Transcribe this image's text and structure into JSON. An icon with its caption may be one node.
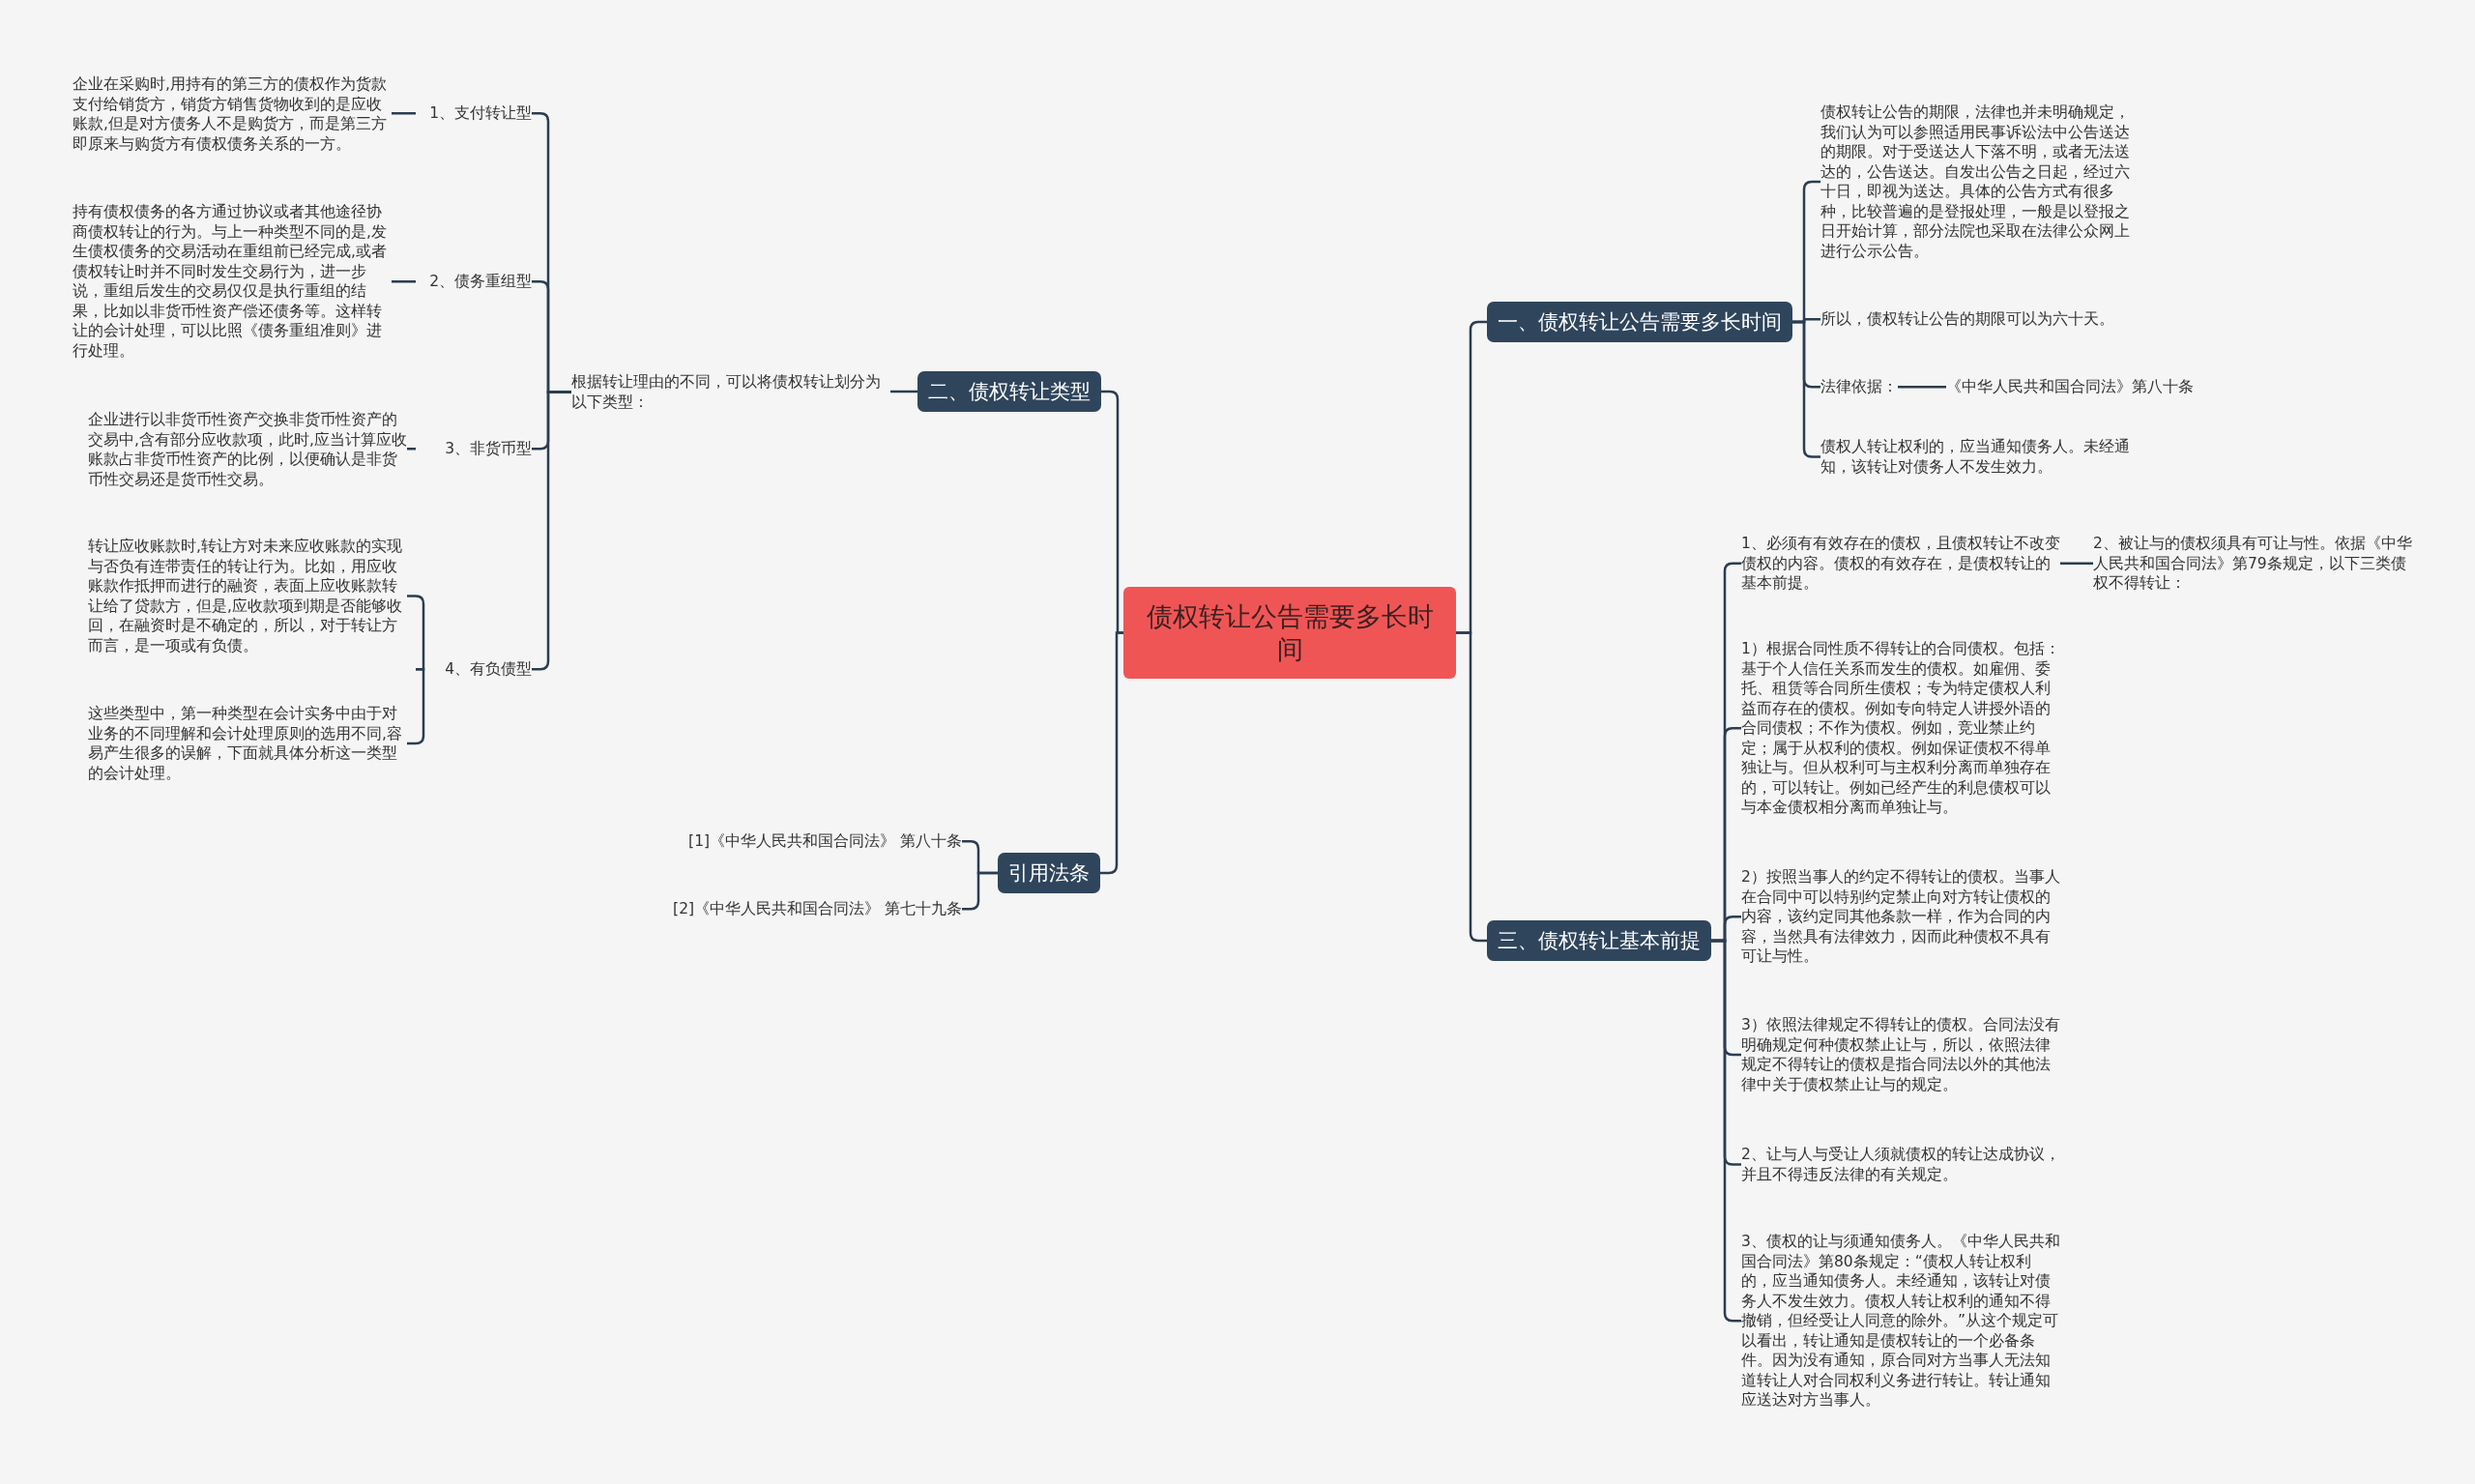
{
  "diagram": {
    "nodes": [
      {
        "text": [
          "债权转让公告需要多长时间"
        ]
      },
      {
        "text": [
          "二、债权转让类型"
        ]
      },
      {
        "text": [
          "根据转让理由的不同，可以将债权转让划分为以下类型："
        ]
      },
      {
        "text": [
          "1、支付转让型"
        ]
      },
      {
        "text": [
          "企业在采购时,用持有的第三方的债权作为货款支付给销货方，销货方销售货物收到的是应收账款,但是对方债务人不是购货方，而是第三方即原来与购货方有债权债务关系的一方。"
        ]
      },
      {
        "text": [
          "2、债务重组型"
        ]
      },
      {
        "text": [
          "持有债权债务的各方通过协议或者其他途径协商债权转让的行为。与上一种类型不同的是,发生债权债务的交易活动在重组前已经完成,或者债权转让时并不同时发生交易行为，进一步说，重组后发生的交易仅仅是执行重组的结果，比如以非货币性资产偿还债务等。这样转让的会计处理，可以比照《债务重组准则》进行处理。"
        ]
      },
      {
        "text": [
          "3、非货币型"
        ]
      },
      {
        "text": [
          "企业进行以非货币性资产交换非货币性资产的交易中,含有部分应收款项，此时,应当计算应收账款占非货币性资产的比例，以便确认是非货币性交易还是货币性交易。"
        ]
      },
      {
        "text": [
          "4、有负债型"
        ]
      },
      {
        "text": [
          "转让应收账款时,转让方对未来应收账款的实现与否负有连带责任的转让行为。比如，用应收账款作抵押而进行的融资，表面上应收账款转让给了贷款方，但是,应收款项到期是否能够收回，在融资时是不确定的，所以，对于转让方而言，是一项或有负债。"
        ]
      },
      {
        "text": [
          "这些类型中，第一种类型在会计实务中由于对业务的不同理解和会计处理原则的选用不同,容易产生很多的误解，下面就具体分析这一类型的会计处理。"
        ]
      },
      {
        "text": [
          "引用法条"
        ]
      },
      {
        "text": [
          "[1]《中华人民共和国合同法》 第八十条"
        ]
      },
      {
        "text": [
          "[2]《中华人民共和国合同法》 第七十九条"
        ]
      },
      {
        "text": [
          "一、债权转让公告需要多长时间"
        ]
      },
      {
        "text": [
          "债权转让公告的期限，法律也并未明确规定，我们认为可以参照适用民事诉讼法中公告送达的期限。对于受送达人下落不明，或者无法送达的，公告送达。自发出公告之日起，经过六十日，即视为送达。具体的公告方式有很多种，比较普遍的是登报处理，一般是以登报之日开始计算，部分法院也采取在法律公众网上进行公示公告。"
        ]
      },
      {
        "text": [
          "所以，债权转让公告的期限可以为六十天。"
        ]
      },
      {
        "text": [
          "法律依据："
        ]
      },
      {
        "text": [
          "《中华人民共和国合同法》第八十条"
        ]
      },
      {
        "text": [
          "债权人转让权利的，应当通知债务人。未经通知，该转让对债务人不发生效力。"
        ]
      },
      {
        "text": [
          "三、债权转让基本前提"
        ]
      },
      {
        "text": [
          "1、必须有有效存在的债权，且债权转让不改变债权的内容。债权的有效存在，是债权转让的基本前提。"
        ]
      },
      {
        "text": [
          "2、被让与的债权须具有可让与性。依据《中华人民共和国合同法》第79条规定，以下三类债权不得转让："
        ]
      },
      {
        "text": [
          "1）根据合同性质不得转让的合同债权。包括：基于个人信任关系而发生的债权。如雇佣、委托、租赁等合同所生债权；专为特定债权人利益而存在的债权。例如专向特定人讲授外语的合同债权；不作为债权。例如，竞业禁止约定；属于从权利的债权。例如保证债权不得单独让与。但从权利可与主权利分离而单独存在的，可以转让。例如已经产生的利息债权可以与本金债权相分离而单独让与。"
        ]
      },
      {
        "text": [
          "2）按照当事人的约定不得转让的债权。当事人在合同中可以特别约定禁止向对方转让债权的内容，该约定同其他条款一样，作为合同的内容，当然具有法律效力，因而此种债权不具有可让与性。"
        ]
      },
      {
        "text": [
          "3）依照法律规定不得转让的债权。合同法没有明确规定何种债权禁止让与，所以，依照法律规定不得转让的债权是指合同法以外的其他法律中关于债权禁止让与的规定。"
        ]
      },
      {
        "text": [
          "2、让与人与受让人须就债权的转让达成协议，并且不得违反法律的有关规定。"
        ]
      },
      {
        "text": [
          "3、债权的让与须通知债务人。《中华人民共和国合同法》第80条规定：“债权人转让权利的，应当通知债务人。未经通知，该转让对债务人不发生效力。债权人转让权利的通知不得撤销，但经受让人同意的除外。”从这个规定可以看出，转让通知是债权转让的一个必备条件。因为没有通知，原合同对方当事人无法知道转让人对合同权利义务进行转让。转让通知应送达对方当事人。"
        ]
      }
    ],
    "edges": [
      {
        "from": 0,
        "to": 1,
        "arrow": "none"
      },
      {
        "from": 1,
        "to": 2,
        "arrow": "none"
      },
      {
        "from": 2,
        "to": 3,
        "arrow": "none"
      },
      {
        "from": 2,
        "to": 5,
        "arrow": "none"
      },
      {
        "from": 2,
        "to": 7,
        "arrow": "none"
      },
      {
        "from": 2,
        "to": 9,
        "arrow": "none"
      },
      {
        "from": 3,
        "to": 4,
        "arrow": "none"
      },
      {
        "from": 5,
        "to": 6,
        "arrow": "none"
      },
      {
        "from": 7,
        "to": 8,
        "arrow": "none"
      },
      {
        "from": 9,
        "to": 10,
        "arrow": "none"
      },
      {
        "from": 9,
        "to": 11,
        "arrow": "none"
      },
      {
        "from": 0,
        "to": 12,
        "arrow": "none"
      },
      {
        "from": 12,
        "to": 13,
        "arrow": "none"
      },
      {
        "from": 12,
        "to": 14,
        "arrow": "none"
      },
      {
        "from": 0,
        "to": 15,
        "arrow": "none"
      },
      {
        "from": 15,
        "to": 16,
        "arrow": "none"
      },
      {
        "from": 15,
        "to": 17,
        "arrow": "none"
      },
      {
        "from": 15,
        "to": 18,
        "arrow": "none"
      },
      {
        "from": 18,
        "to": 19,
        "arrow": "none"
      },
      {
        "from": 15,
        "to": 20,
        "arrow": "none"
      },
      {
        "from": 0,
        "to": 21,
        "arrow": "none"
      },
      {
        "from": 21,
        "to": 22,
        "arrow": "none"
      },
      {
        "from": 22,
        "to": 23,
        "arrow": "none"
      },
      {
        "from": 21,
        "to": 24,
        "arrow": "none"
      },
      {
        "from": 21,
        "to": 25,
        "arrow": "none"
      },
      {
        "from": 21,
        "to": 26,
        "arrow": "none"
      },
      {
        "from": 21,
        "to": 27,
        "arrow": "none"
      },
      {
        "from": 21,
        "to": 28,
        "arrow": "none"
      }
    ]
  }
}
